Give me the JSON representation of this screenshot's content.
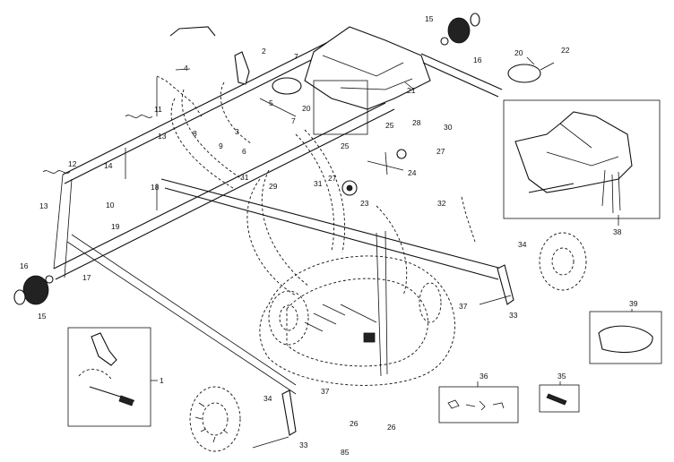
{
  "diagram": {
    "page_label": "85",
    "callouts": [
      "1",
      "2",
      "3",
      "4",
      "5",
      "6",
      "7",
      "7",
      "8",
      "9",
      "10",
      "11",
      "12",
      "13",
      "13",
      "14",
      "15",
      "15",
      "16",
      "16",
      "17",
      "18",
      "19",
      "20",
      "20",
      "21",
      "22",
      "23",
      "24",
      "25",
      "25",
      "26",
      "26",
      "27",
      "27",
      "28",
      "29",
      "30",
      "31",
      "31",
      "32",
      "33",
      "33",
      "34",
      "34",
      "35",
      "36",
      "37",
      "37",
      "38",
      "39"
    ]
  }
}
